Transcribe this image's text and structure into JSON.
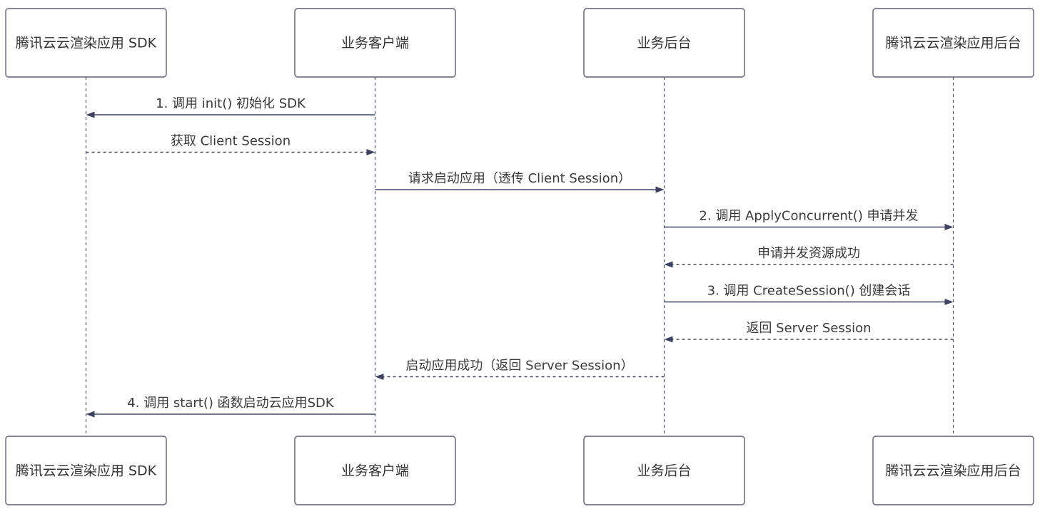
{
  "participants": [
    {
      "id": "sdk",
      "label": "腾讯云云渲染应用 SDK"
    },
    {
      "id": "client",
      "label": "业务客户端"
    },
    {
      "id": "backend",
      "label": "业务后台"
    },
    {
      "id": "cloud",
      "label": "腾讯云云渲染应用后台"
    }
  ],
  "messages": [
    {
      "from": "client",
      "to": "sdk",
      "label": "1. 调用 init() 初始化 SDK",
      "style": "solid"
    },
    {
      "from": "sdk",
      "to": "client",
      "label": "获取 Client Session",
      "style": "dashed"
    },
    {
      "from": "client",
      "to": "backend",
      "label": "请求启动应用（透传 Client Session）",
      "style": "solid"
    },
    {
      "from": "backend",
      "to": "cloud",
      "label": "2. 调用 ApplyConcurrent() 申请并发",
      "style": "solid"
    },
    {
      "from": "cloud",
      "to": "backend",
      "label": "申请并发资源成功",
      "style": "dashed"
    },
    {
      "from": "backend",
      "to": "cloud",
      "label": "3. 调用 CreateSession() 创建会话",
      "style": "solid"
    },
    {
      "from": "cloud",
      "to": "backend",
      "label": "返回 Server Session",
      "style": "dashed"
    },
    {
      "from": "backend",
      "to": "client",
      "label": "启动应用成功（返回 Server Session）",
      "style": "dashed"
    },
    {
      "from": "client",
      "to": "sdk",
      "label": "4. 调用 start() 函数启动云应用SDK",
      "style": "solid"
    }
  ],
  "colors": {
    "box_border": "#5c5f72",
    "line": "#3d4262",
    "text": "#333333"
  }
}
